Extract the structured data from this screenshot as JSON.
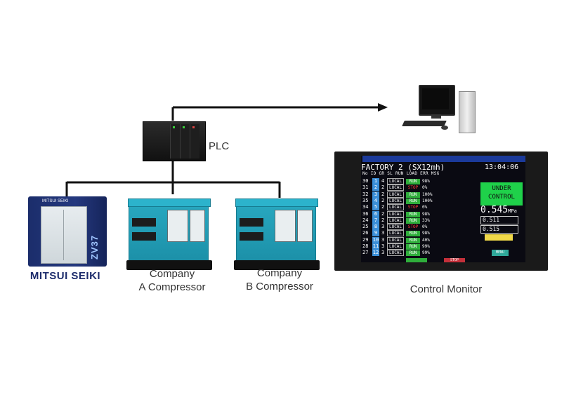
{
  "labels": {
    "plc": "PLC",
    "mitsui_logo": "MITSUI SEIKI",
    "mitsui_side": "ZV37",
    "mitsui_small": "MITSUI SEIKI",
    "company_a": "Company\nA Compressor",
    "company_a_line1": "Company",
    "company_a_line2": "A Compressor",
    "company_b_line1": "Company",
    "company_b_line2": "B Compressor",
    "control_monitor": "Control Monitor"
  },
  "screen": {
    "header": "FACTORY 2 (SX12mh)",
    "time": "13:04:06",
    "columns": "No ID GR SL  RUN  LOAD  ERR  MSG",
    "under_control_1": "UNDER",
    "under_control_2": "CONTROL",
    "pressure": "0.545",
    "pressure_unit": "MPa",
    "box1": "0.511",
    "box2": "0.515",
    "menu": "MENU",
    "stop_bar": "STOP",
    "rows": [
      {
        "no": "30",
        "id": "1",
        "gr": "4",
        "sl": "LOCAL",
        "st": "RUN",
        "ld": "98%"
      },
      {
        "no": "31",
        "id": "2",
        "gr": "2",
        "sl": "LOCAL",
        "st": "STOP",
        "ld": "0%"
      },
      {
        "no": "32",
        "id": "3",
        "gr": "2",
        "sl": "LOCAL",
        "st": "RUN",
        "ld": "100%"
      },
      {
        "no": "35",
        "id": "4",
        "gr": "2",
        "sl": "LOCAL",
        "st": "RUN",
        "ld": "100%"
      },
      {
        "no": "34",
        "id": "5",
        "gr": "2",
        "sl": "LOCAL",
        "st": "STOP",
        "ld": "0%"
      },
      {
        "no": "36",
        "id": "6",
        "gr": "2",
        "sl": "LOCAL",
        "st": "RUN",
        "ld": "98%"
      },
      {
        "no": "24",
        "id": "7",
        "gr": "2",
        "sl": "LOCAL",
        "st": "RUN",
        "ld": "33%"
      },
      {
        "no": "25",
        "id": "8",
        "gr": "3",
        "sl": "LOCAL",
        "st": "STOP",
        "ld": "0%"
      },
      {
        "no": "26",
        "id": "9",
        "gr": "3",
        "sl": "LOCAL",
        "st": "RUN",
        "ld": "98%"
      },
      {
        "no": "29",
        "id": "10",
        "gr": "3",
        "sl": "LOCAL",
        "st": "RUN",
        "ld": "40%"
      },
      {
        "no": "28",
        "id": "11",
        "gr": "3",
        "sl": "LOCAL",
        "st": "RUN",
        "ld": "99%"
      },
      {
        "no": "27",
        "id": "12",
        "gr": "3",
        "sl": "LOCAL",
        "st": "RUN",
        "ld": "99%"
      }
    ]
  },
  "colors": {
    "line": "#111111",
    "teal": "#1f9fb8",
    "mitsui_navy": "#1c2b6b",
    "run_green": "#2fae3b",
    "stop_red": "#ff3b3b"
  }
}
